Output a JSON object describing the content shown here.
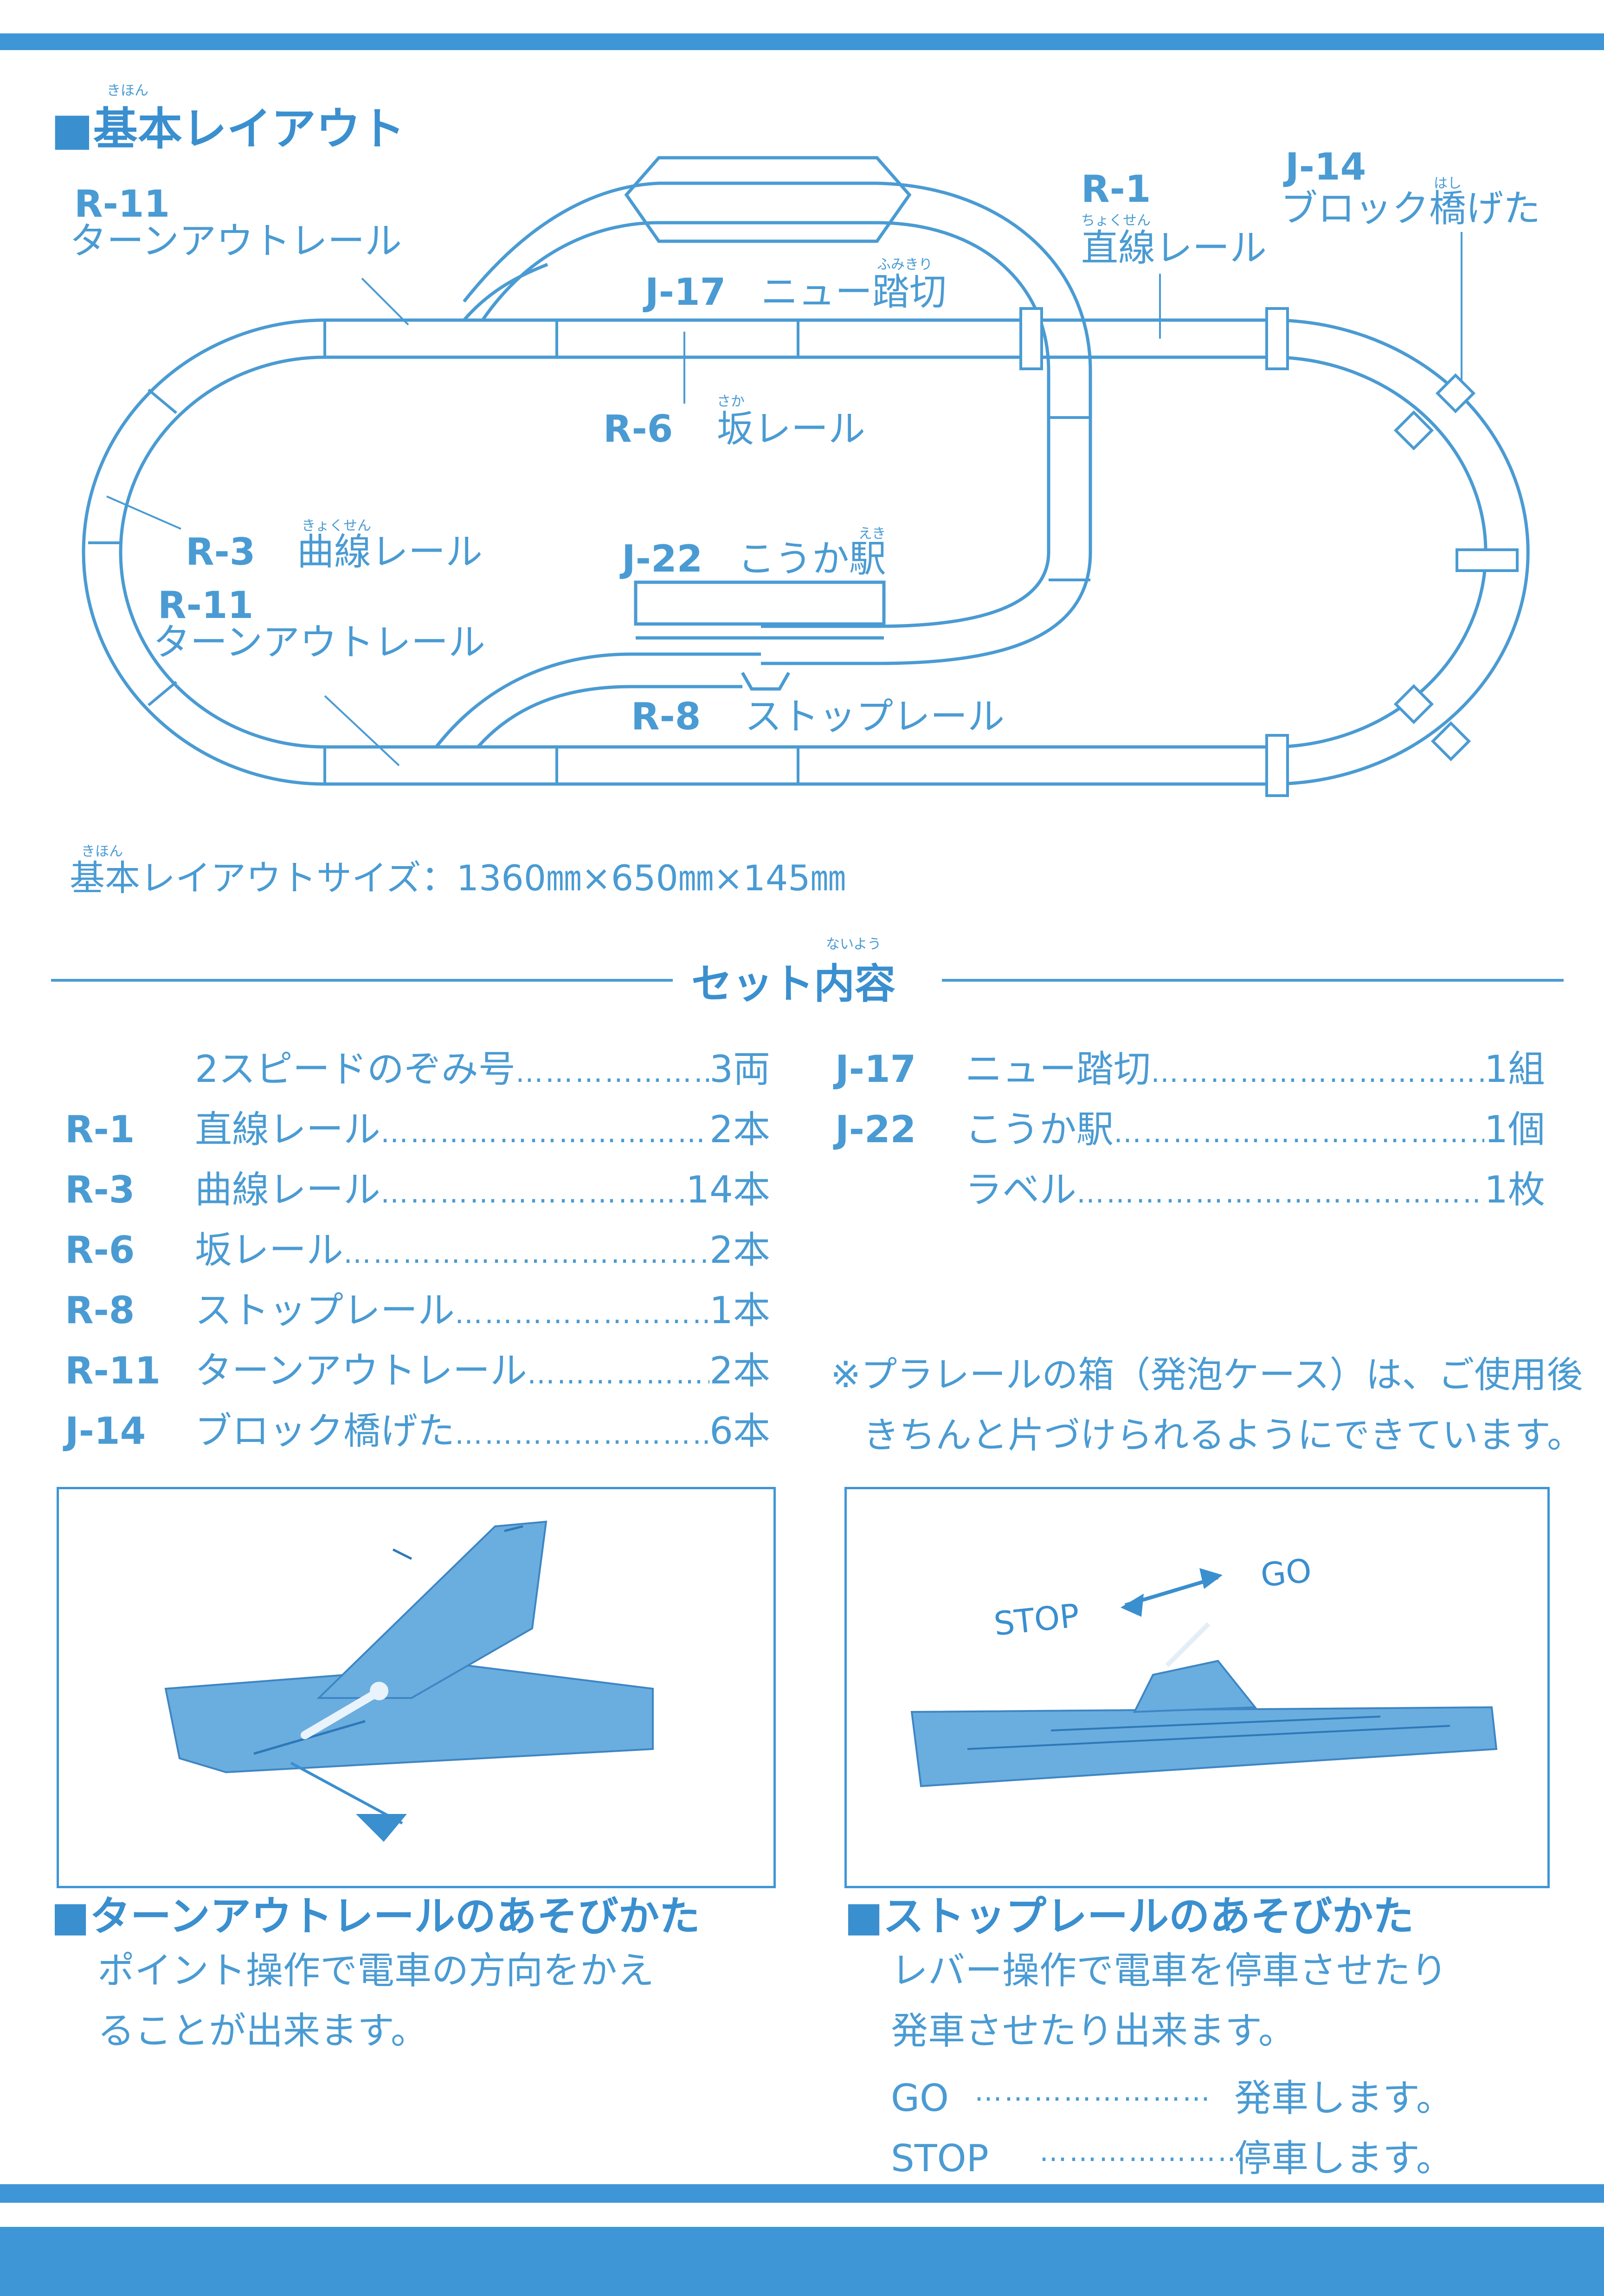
{
  "layout_section": {
    "title": "■基本レイアウト",
    "title_ruby": "きほん",
    "size_text": "基本レイアウトサイズ：1360㎜×650㎜×145㎜",
    "size_ruby": "きほん"
  },
  "diagram_labels": {
    "r11_top_code": "R-11",
    "r11_top_name": "ターンアウトレール",
    "j17_code": "J-17",
    "j17_name": "ニュー踏切",
    "j17_ruby": "ふみきり",
    "r1_code": "R-1",
    "r1_name": "直線レール",
    "r1_ruby": "ちょくせん",
    "j14_code": "J-14",
    "j14_name": "ブロック橋げた",
    "j14_ruby": "はし",
    "r6_code": "R-6",
    "r6_name": "坂レール",
    "r6_ruby": "さか",
    "r3_code": "R-3",
    "r3_name": "曲線レール",
    "r3_ruby": "きょくせん",
    "j22_code": "J-22",
    "j22_name": "こうか駅",
    "j22_ruby": "えき",
    "r11_bottom_code": "R-11",
    "r11_bottom_name": "ターンアウトレール",
    "r8_code": "R-8",
    "r8_name": "ストップレール"
  },
  "contents": {
    "heading": "セット内容",
    "heading_ruby": "ないよう",
    "left_items": [
      {
        "code": "",
        "name": "2スピードのぞみ号",
        "qty": "3両"
      },
      {
        "code": "R-1",
        "name": "直線レール",
        "qty": "2本"
      },
      {
        "code": "R-3",
        "name": "曲線レール",
        "qty": "14本"
      },
      {
        "code": "R-6",
        "name": "坂レール",
        "qty": "2本"
      },
      {
        "code": "R-8",
        "name": "ストップレール",
        "qty": "1本"
      },
      {
        "code": "R-11",
        "name": "ターンアウトレール",
        "qty": "2本"
      },
      {
        "code": "J-14",
        "name": "ブロック橋げた",
        "qty": "6本"
      }
    ],
    "right_items": [
      {
        "code": "J-17",
        "name": "ニュー踏切",
        "qty": "1組"
      },
      {
        "code": "J-22",
        "name": "こうか駅",
        "qty": "1個"
      },
      {
        "code": "",
        "name": "ラベル",
        "qty": "1枚"
      }
    ],
    "note_line1": "※プラレールの箱（発泡ケース）は、ご使用後",
    "note_line2": "きちんと片づけられるようにできています。"
  },
  "turnout_section": {
    "title": "■ターンアウトレールのあそびかた",
    "line1": "ポイント操作で電車の方向をかえ",
    "line2": "ることが出来ます。"
  },
  "stop_section": {
    "title": "■ストップレールのあそびかた",
    "photo_stop": "STOP",
    "photo_go": "GO",
    "line1": "レバー操作で電車を停車させたり",
    "line2": "発車させたり出来ます。",
    "go_label": "GO",
    "go_desc": "発車します。",
    "stop_label": "STOP",
    "stop_desc": "停車します。"
  }
}
